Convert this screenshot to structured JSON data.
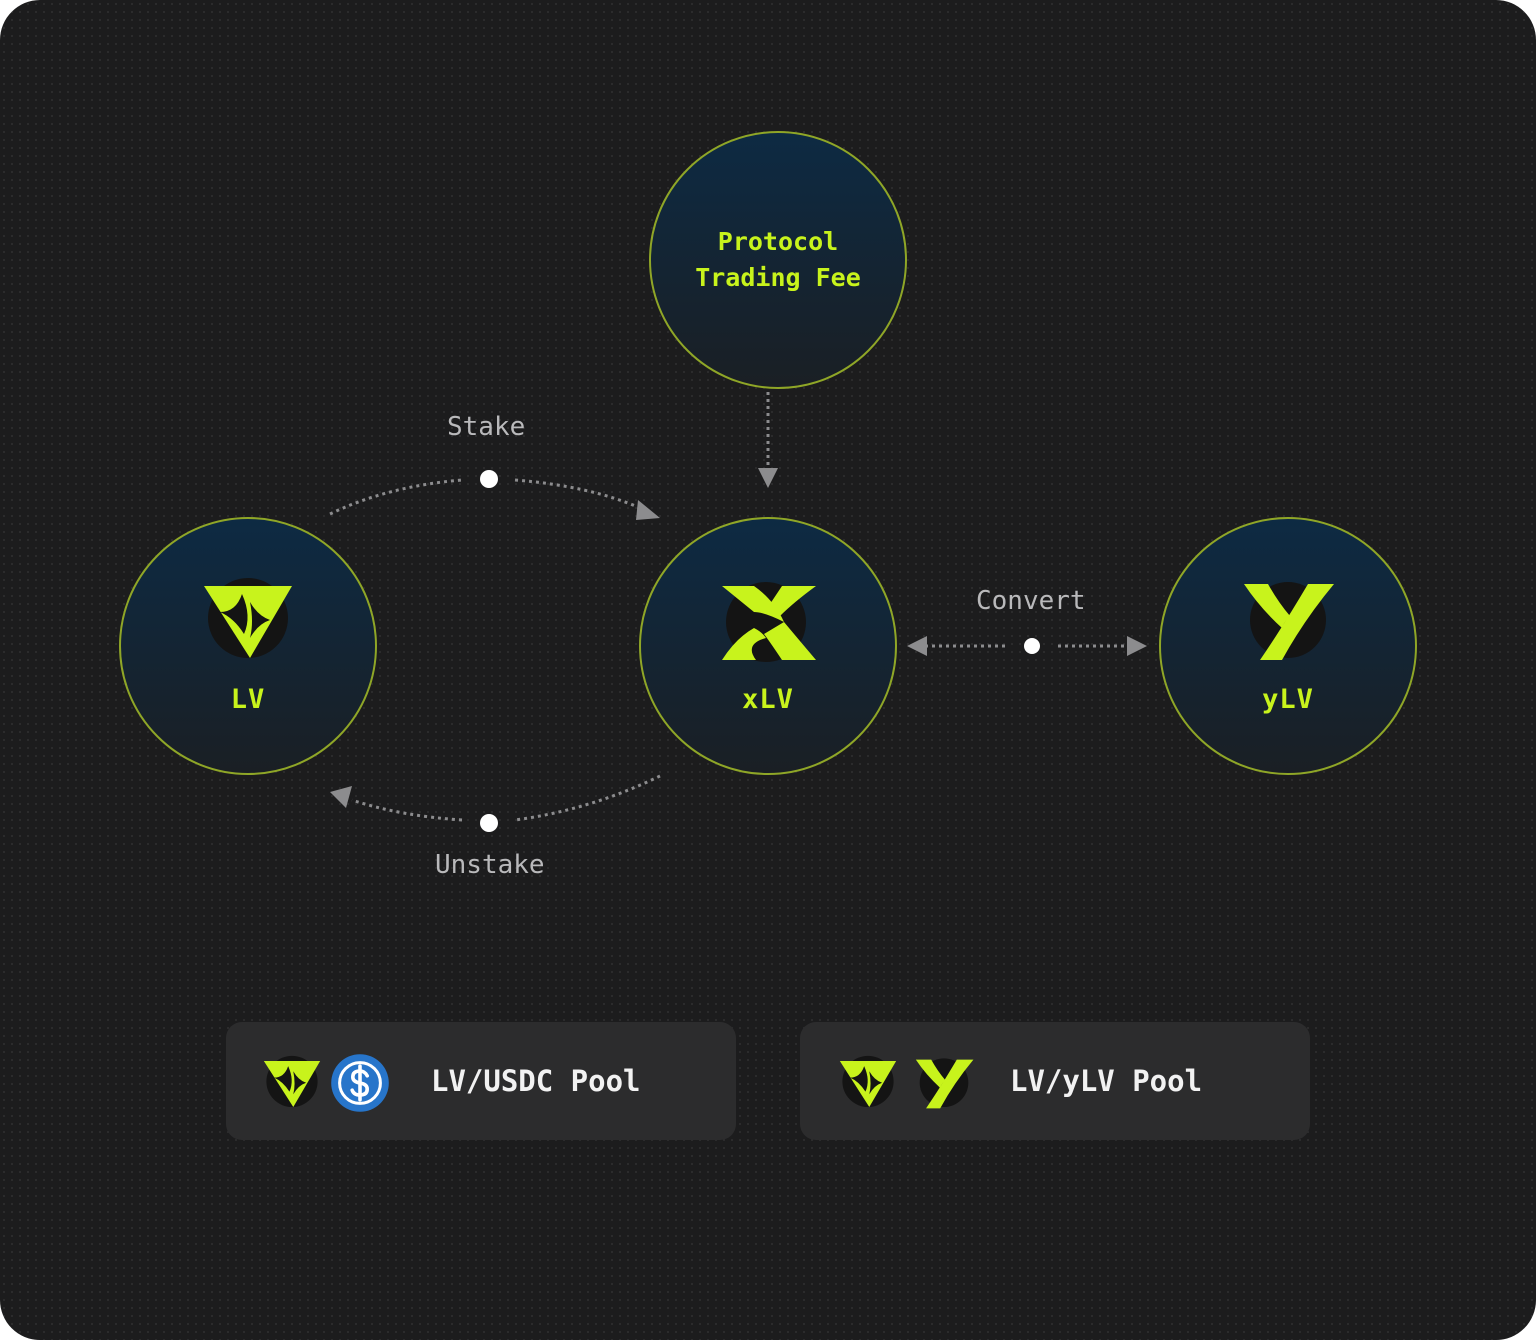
{
  "nodes": {
    "fee": {
      "line1": "Protocol",
      "line2": "Trading Fee"
    },
    "lv": {
      "label": "LV",
      "icon": "lv-logo-icon"
    },
    "xlv": {
      "label": "xLV",
      "icon": "xlv-logo-icon"
    },
    "ylv": {
      "label": "yLV",
      "icon": "ylv-logo-icon"
    }
  },
  "edges": {
    "stake": "Stake",
    "unstake": "Unstake",
    "convert": "Convert"
  },
  "pools": [
    {
      "label": "LV/USDC Pool",
      "icons": [
        "lv-logo-icon",
        "usdc-logo-icon"
      ]
    },
    {
      "label": "LV/yLV Pool",
      "icons": [
        "lv-logo-icon",
        "ylv-logo-icon"
      ]
    }
  ],
  "colors": {
    "accent": "#c8f31c",
    "node_border": "#8fa627",
    "usdc_blue": "#2775ca",
    "background": "#1c1c1d"
  }
}
